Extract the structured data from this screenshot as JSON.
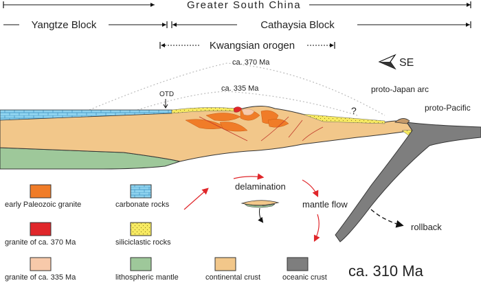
{
  "header": {
    "greater_south_china": "Greater South China",
    "yangtze_block": "Yangtze Block",
    "cathaysia_block": "Cathaysia Block",
    "kwangsian_orogen": "Kwangsian orogen"
  },
  "direction": {
    "label": "SE"
  },
  "section_labels": {
    "ca_370_ma": "ca. 370 Ma",
    "ca_335_ma": "ca. 335 Ma",
    "otd": "OTD",
    "question_mark": "?",
    "proto_japan_arc": "proto-Japan arc",
    "proto_pacific": "proto-Pacific",
    "delamination": "delamination",
    "mantle_flow": "mantle flow",
    "rollback": "rollback",
    "age": "ca. 310 Ma"
  },
  "legend": [
    {
      "label": "early Paleozoic granite",
      "color": "#f07c28",
      "pattern": "solid"
    },
    {
      "label": "carbonate rocks",
      "color": "#8fd3ef",
      "pattern": "brick"
    },
    {
      "label": "granite of ca. 370 Ma",
      "color": "#e0262a",
      "pattern": "solid"
    },
    {
      "label": "siliciclastic rocks",
      "color": "#f7ea62",
      "pattern": "dots"
    },
    {
      "label": "granite of ca. 335 Ma",
      "color": "#f7c9aa",
      "pattern": "solid"
    },
    {
      "label": "lithospheric mantle",
      "color": "#9ec89a",
      "pattern": "solid"
    },
    {
      "label": "continental crust",
      "color": "#f2c78a",
      "pattern": "solid"
    },
    {
      "label": "oceanic crust",
      "color": "#7e7e7e",
      "pattern": "solid"
    }
  ],
  "colors": {
    "continental_crust": "#f2c78a",
    "lithospheric_mantle": "#9ec89a",
    "oceanic_crust": "#7e7e7e",
    "carbonate": "#8fd3ef",
    "siliciclastic": "#f7ea62",
    "granite_early": "#f07c28",
    "granite_370": "#e0262a",
    "granite_335": "#f7c9aa",
    "arrow_red": "#e0262a"
  }
}
